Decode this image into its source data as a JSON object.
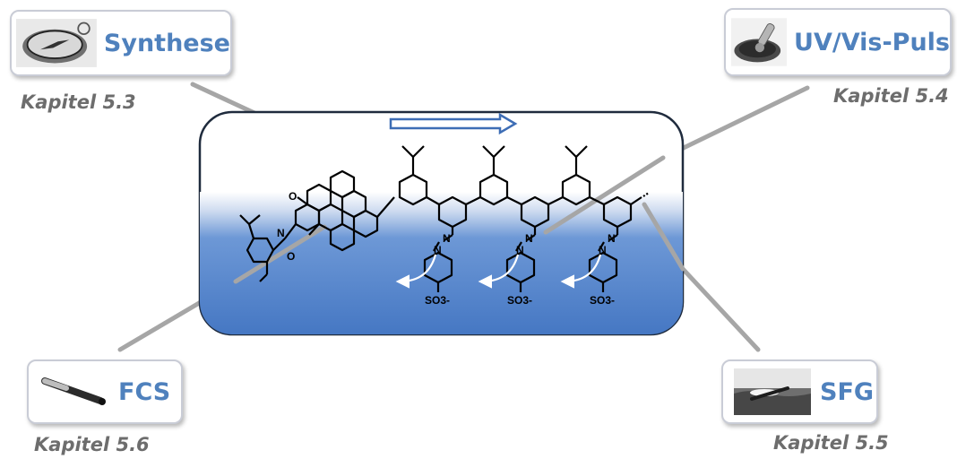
{
  "nodes": {
    "synthese": {
      "label": "Synthese",
      "chapter": "Kapitel 5.3"
    },
    "uvvis": {
      "label": "UV/Vis-Puls",
      "chapter": "Kapitel 5.4"
    },
    "fcs": {
      "label": "FCS",
      "chapter": "Kapitel 5.6"
    },
    "sfg": {
      "label": "SFG",
      "chapter": "Kapitel 5.5"
    }
  },
  "molecule": {
    "atoms": [
      "O",
      "N",
      "O",
      "N",
      "N",
      "N",
      "N",
      "N",
      "N",
      "SO3-",
      "SO3-",
      "SO3-"
    ]
  },
  "icons": {
    "synthese": "compass-icon",
    "uvvis": "toggle-switch-icon",
    "fcs": "microscope-objective-icon",
    "sfg": "water-surface-icon"
  },
  "colors": {
    "label": "#4f81bd",
    "chapter": "#6d6d6d",
    "water": "#4a7fc9",
    "connector": "#a6a6a6"
  }
}
